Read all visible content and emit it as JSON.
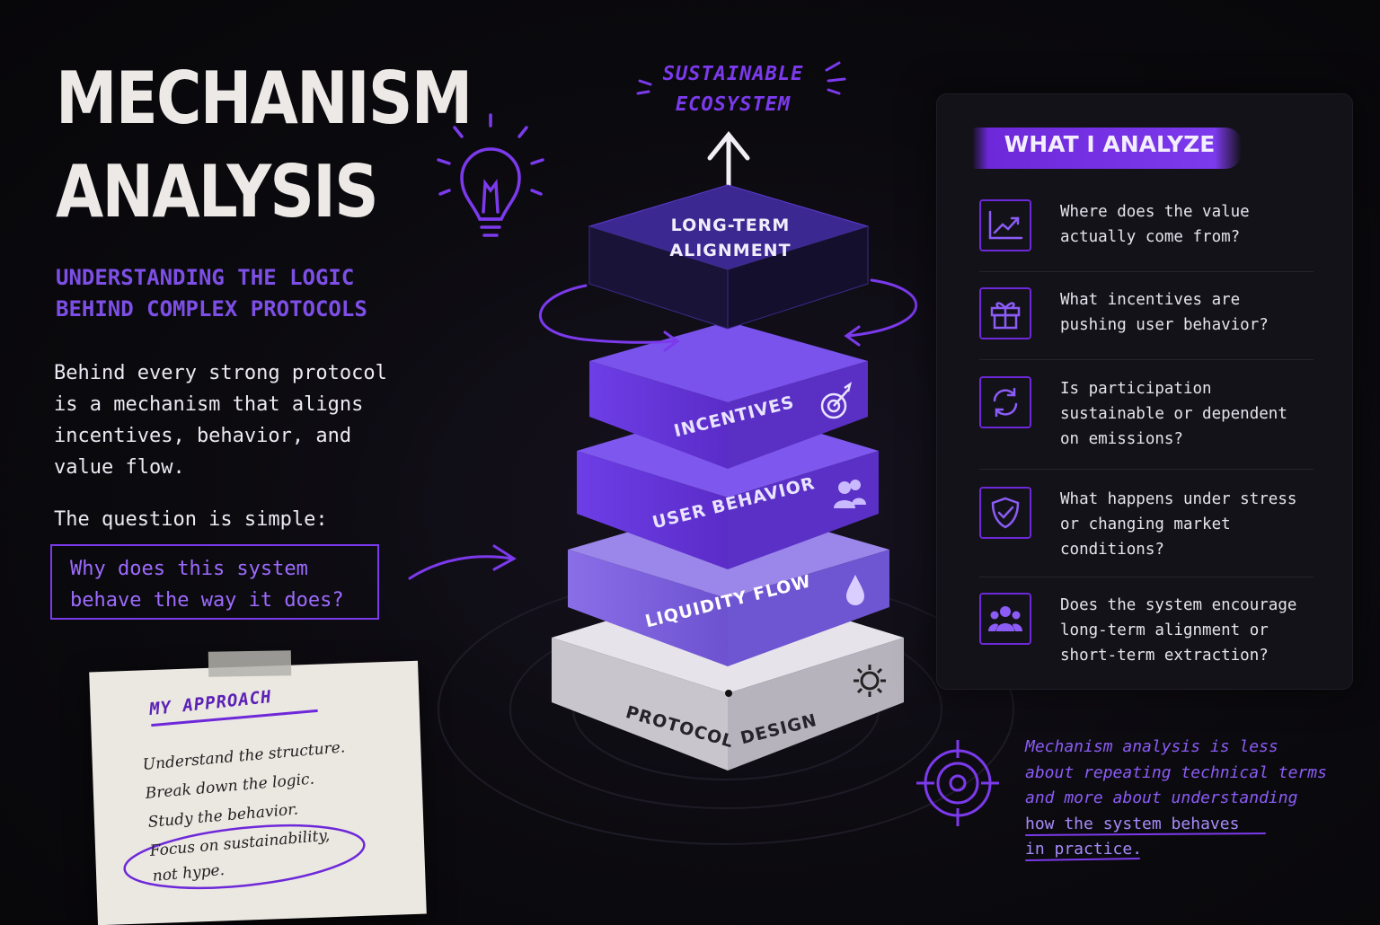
{
  "title": {
    "line1": "MECHANISM",
    "line2": "ANALYSIS"
  },
  "subtitle": {
    "line1": "UNDERSTANDING THE LOGIC",
    "line2": "BEHIND COMPLEX PROTOCOLS"
  },
  "intro": [
    "Behind every strong protocol",
    "is a mechanism that aligns",
    "incentives, behavior, and",
    "value flow."
  ],
  "question_lead": "The question is simple:",
  "question": {
    "line1": "Why does this system",
    "line2": "behave the way it does?"
  },
  "approach": {
    "title": "MY APPROACH",
    "lines": [
      "Understand the structure.",
      "Break down the logic.",
      "Study the behavior."
    ],
    "highlight": {
      "line1": "Focus on sustainability,",
      "line2": "not hype."
    }
  },
  "stack": {
    "top_label": {
      "line1": "SUSTAINABLE",
      "line2": "ECOSYSTEM"
    },
    "layers": [
      {
        "line1": "LONG-TERM",
        "line2": "ALIGNMENT",
        "icon": "none"
      },
      {
        "label": "INCENTIVES",
        "icon": "target-icon"
      },
      {
        "label": "USER BEHAVIOR",
        "icon": "users-icon"
      },
      {
        "label": "LIQUIDITY FLOW",
        "icon": "droplet-icon"
      },
      {
        "word1": "PROTOCOL",
        "word2": "DESIGN",
        "icon": "gear-icon"
      }
    ]
  },
  "panel": {
    "heading": "WHAT I ANALYZE",
    "items": [
      {
        "icon": "chart-trend-icon",
        "lines": [
          "Where does the value",
          "actually come from?"
        ]
      },
      {
        "icon": "gift-icon",
        "lines": [
          "What incentives are",
          "pushing user behavior?"
        ]
      },
      {
        "icon": "refresh-icon",
        "lines": [
          "Is participation",
          "sustainable or dependent",
          "on emissions?"
        ]
      },
      {
        "icon": "shield-check-icon",
        "lines": [
          "What happens under stress",
          "or changing market",
          "conditions?"
        ]
      },
      {
        "icon": "users-icon",
        "lines": [
          "Does the system encourage",
          "long-term alignment or",
          "short-term extraction?"
        ]
      }
    ]
  },
  "closing": {
    "lines": [
      "Mechanism analysis is less",
      "about repeating technical terms",
      "and more about understanding"
    ],
    "emph_line1": "how the system behaves",
    "emph_line2": "in practice."
  },
  "colors": {
    "accent": "#7c3aed",
    "accent_light": "#8b5cf6",
    "background": "#0b0a0e",
    "paper": "#ebe7e1"
  }
}
